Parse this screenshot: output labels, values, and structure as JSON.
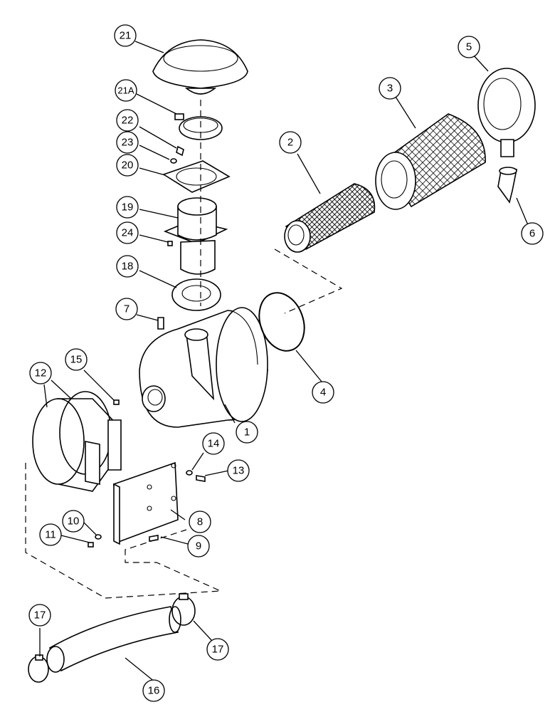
{
  "callouts": [
    {
      "id": "c21",
      "label": "21"
    },
    {
      "id": "c21a",
      "label": "21A"
    },
    {
      "id": "c22",
      "label": "22"
    },
    {
      "id": "c23",
      "label": "23"
    },
    {
      "id": "c20",
      "label": "20"
    },
    {
      "id": "c19",
      "label": "19"
    },
    {
      "id": "c24",
      "label": "24"
    },
    {
      "id": "c18",
      "label": "18"
    },
    {
      "id": "c7",
      "label": "7"
    },
    {
      "id": "c15",
      "label": "15"
    },
    {
      "id": "c12",
      "label": "12"
    },
    {
      "id": "c1",
      "label": "1"
    },
    {
      "id": "c4",
      "label": "4"
    },
    {
      "id": "c2",
      "label": "2"
    },
    {
      "id": "c3",
      "label": "3"
    },
    {
      "id": "c5",
      "label": "5"
    },
    {
      "id": "c6",
      "label": "6"
    },
    {
      "id": "c14",
      "label": "14"
    },
    {
      "id": "c13",
      "label": "13"
    },
    {
      "id": "c8",
      "label": "8"
    },
    {
      "id": "c10",
      "label": "10"
    },
    {
      "id": "c11",
      "label": "11"
    },
    {
      "id": "c9",
      "label": "9"
    },
    {
      "id": "c17a",
      "label": "17"
    },
    {
      "id": "c17b",
      "label": "17"
    },
    {
      "id": "c16",
      "label": "16"
    }
  ]
}
